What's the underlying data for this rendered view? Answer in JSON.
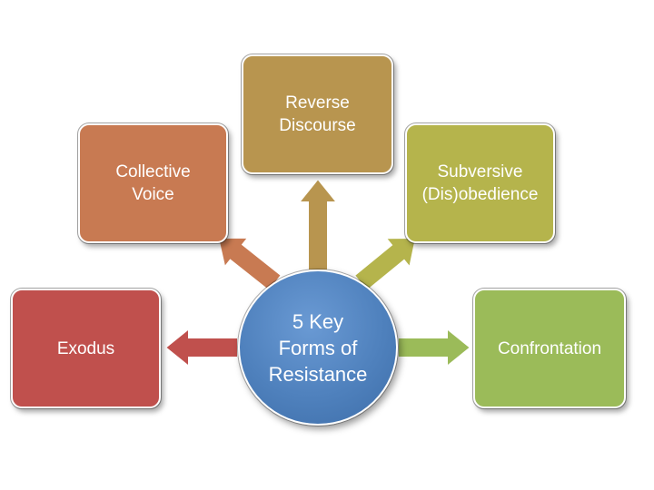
{
  "center": {
    "label": "5 Key\nForms of\nResistance",
    "color": "#4f81bd"
  },
  "nodes": [
    {
      "id": "exodus",
      "label": "Exodus",
      "color": "#c0504d",
      "arrow_color": "#c0504d"
    },
    {
      "id": "collective-voice",
      "label": "Collective\nVoice",
      "color": "#c87a52",
      "arrow_color": "#c87a52"
    },
    {
      "id": "reverse-discourse",
      "label": "Reverse\nDiscourse",
      "color": "#b8954f",
      "arrow_color": "#b8954f"
    },
    {
      "id": "subversive-disobedience",
      "label": "Subversive\n(Dis)obedience",
      "color": "#b5b44c",
      "arrow_color": "#b5b44c"
    },
    {
      "id": "confrontation",
      "label": "Confrontation",
      "color": "#9bbb59",
      "arrow_color": "#9bbb59"
    }
  ]
}
